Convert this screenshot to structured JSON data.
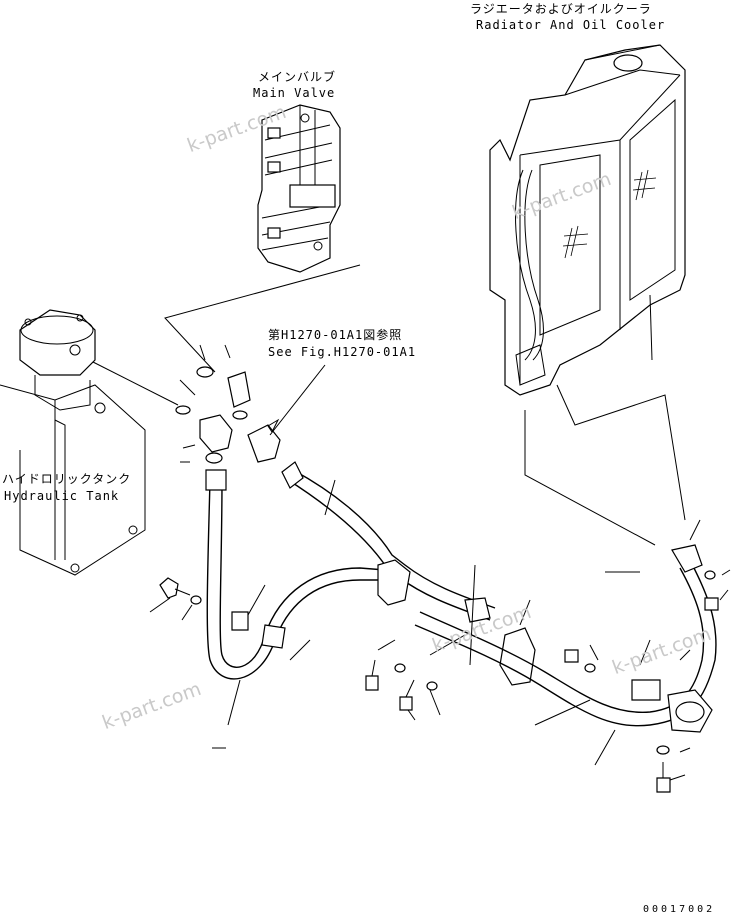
{
  "labels": {
    "radiator_jp": "ラジエータおよびオイルクーラ",
    "radiator_en": "Radiator And Oil Cooler",
    "main_valve_jp": "メインバルブ",
    "main_valve_en": "Main Valve",
    "see_fig_jp": "第H1270-01A1図参照",
    "see_fig_en": "See Fig.H1270-01A1",
    "hydraulic_tank_jp": "ハイドロリックタンク",
    "hydraulic_tank_en": "Hydraulic Tank"
  },
  "drawing_number": "00017002",
  "watermarks": [
    "k-part.com",
    "k-part.com",
    "k-part.com",
    "k-part.com",
    "k-part.com"
  ]
}
